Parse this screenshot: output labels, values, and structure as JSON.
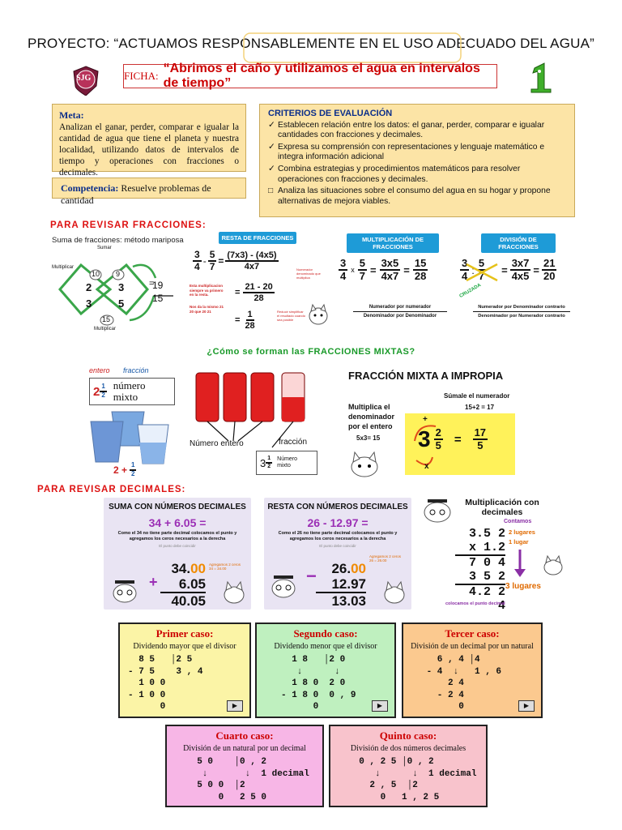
{
  "header": {
    "title": "PROYECTO: “ACTUAMOS RESPONSABLEMENTE EN EL USO ADECUADO DEL AGUA”",
    "ficha_label": "FICHA:",
    "ficha_text": "“Abrimos el caño y utilizamos el agua en intervalos de tiempo”",
    "logo_text": "SJG",
    "mascot_text": "1"
  },
  "meta": {
    "label": "Meta:",
    "text": "Analizan el ganar, perder, comparar e igualar la cantidad de agua que tiene el planeta y nuestra localidad, utilizando datos de intervalos de tiempo y operaciones con fracciones o decimales."
  },
  "competencia": {
    "label": "Competencia:",
    "text": "Resuelve problemas de cantidad"
  },
  "criterios": {
    "title": "CRITERIOS DE EVALUACIÓN",
    "items": [
      "Establecen relación entre los datos: el ganar, perder, comparar e igualar cantidades con fracciones y decimales.",
      "Expresa su comprensión con representaciones y lenguaje matemático e integra información adicional",
      "Combina estrategias y procedimientos matemáticos para resolver operaciones con fracciones y decimales.",
      "Analiza las situaciones sobre el consumo del agua en su hogar y propone alternativas de mejora viables."
    ]
  },
  "fracciones": {
    "section": "PARA REVISAR FRACCIONES:",
    "suma_title": "Suma de fracciones: método mariposa",
    "suma_labels": {
      "sumar": "Sumar",
      "multiplicar": "Multiplicar",
      "multiplicar2": "Multiplicar"
    },
    "suma_nums": {
      "top_left": "10",
      "top_right": "9",
      "a": "2",
      "b": "3",
      "c": "3",
      "d": "5",
      "bottom": "15",
      "res_n": "19",
      "res_d": "15"
    },
    "resta_title": "RESTA DE FRACCIONES",
    "resta": {
      "a": "3",
      "b": "5",
      "c": "4",
      "d": "7",
      "step1_n": "(7x3) - (4x5)",
      "step1_d": "4x7",
      "step2_n": "21 - 20",
      "step2_d": "28",
      "res_n": "1",
      "res_d": "28"
    },
    "resta_notes": [
      "Esta multiplicacion siempre va primero en la resta.",
      "Nos da la mismo 21 20 que 20 21",
      "Numerador denominado que multiplica",
      "Reducir simplificar el resultado cuando sea posible"
    ],
    "mult_title": "MULTIPLICACIÓN DE FRACCIONES",
    "mult": {
      "a": "3",
      "b": "5",
      "c": "4",
      "d": "7",
      "step_n": "3x5",
      "step_d": "4x7",
      "res_n": "15",
      "res_d": "28"
    },
    "mult_note_n": "Numerador por numerador",
    "mult_note_d": "Denominador por Denominador",
    "div_title": "DIVISIÓN DE FRACCIONES",
    "div": {
      "a": "3",
      "b": "5",
      "c": "4",
      "d": "7",
      "step_n": "3x7",
      "step_d": "4x5",
      "res_n": "21",
      "res_d": "20",
      "cruzada": "CRUZADA"
    },
    "div_note_n": "Numerador por Denominador contrario",
    "div_note_d": "Denominador por Numerador contrario"
  },
  "mixtas": {
    "question": "¿Cómo se forman las FRACCIONES MIXTAS?",
    "label_entero": "entero",
    "label_fraccion": "fracción",
    "label_numero_mixto": "número mixto",
    "mixed_whole": "2",
    "mixed_n": "1",
    "mixed_d": "2",
    "sum_expr_whole": "2 +",
    "numero_entero": "Número entero",
    "fraccion": "fracción",
    "numero_mixto_box": "Número mixto",
    "box_whole": "3",
    "box_n": "1",
    "box_d": "2",
    "impropia_title": "FRACCIÓN MIXTA A IMPROPIA",
    "step1": "Multiplica el denominador por el entero",
    "step1_calc": "5x3= 15",
    "step2": "Súmale el numerador",
    "step2_calc": "15+2 = 17",
    "ex_whole": "3",
    "ex_n": "2",
    "ex_d": "5",
    "ex_res_n": "17",
    "ex_res_d": "5",
    "plus": "+",
    "times": "x"
  },
  "decimales": {
    "section": "PARA REVISAR DECIMALES:",
    "suma_title": "SUMA CON NÚMEROS DECIMALES",
    "suma_expr": "34 + 6.05 =",
    "suma_note": "Como el 34 no tiene parte decimal colocamos el punto y agregamos los ceros necesarios a la derecha",
    "suma_sub": "El punto debe coincidir",
    "suma_side": "Agregamos 2 ceros 34 = 34.00",
    "suma_a": "34.",
    "suma_a2": "00",
    "suma_b": "6.05",
    "suma_r": "40.05",
    "resta_title": "RESTA CON NÚMEROS DECIMALES",
    "resta_expr": "26 - 12.97 =",
    "resta_note": "Como el 26 no tiene parte decimal colocamos el punto y agregamos los ceros necesarios a la derecha",
    "resta_sub": "El punto debe coincidir",
    "resta_side": "Agregamos 2 ceros 26 = 26.00",
    "resta_a": "26.",
    "resta_a2": "00",
    "resta_b": "12.97",
    "resta_r": "13.03",
    "mult_title": "Multiplicación con decimales",
    "mult_contamos": "Contamos",
    "mult_lines": [
      "3.5 2",
      "x 1.2",
      "7 0 4",
      "3 5 2",
      "4.2 2 4"
    ],
    "mult_side1": "2 lugares",
    "mult_side2": "1 lugar",
    "mult_side3": "3 lugares",
    "mult_bottom": "colocamos el punto decimal"
  },
  "casos": [
    {
      "title": "Primer caso:",
      "sub": "Dividendo mayor que el divisor",
      "body": "  8 5   │2 5\n- 7 5    3 , 4\n  1 0 0\n- 1 0 0\n      0",
      "bg": "#fbf4a6"
    },
    {
      "title": "Segundo caso:",
      "sub": "Dividendo menor que el divisor",
      "body": "  1 8   │2 0\n   ↓      ↓\n  1 8 0  2 0\n- 1 8 0  0 , 9\n      0",
      "bg": "#bff0bf"
    },
    {
      "title": "Tercer caso:",
      "sub": "División de un decimal por un natural",
      "body": "   6 , 4 │4\n - 4  ↓   1 , 6\n     2 4\n   - 2 4\n       0",
      "bg": "#fbc98f"
    },
    {
      "title": "Cuarto caso:",
      "sub": "División de un natural por un decimal",
      "body": "  5 0    │0 , 2\n   ↓       ↓  1 decimal\n  5 0 0  │2\n      0   2 5 0",
      "bg": "#f7b6e6"
    },
    {
      "title": "Quinto caso:",
      "sub": "División de dos números decimales",
      "body": "  0 , 2 5 │0 , 2\n     ↓      ↓  1 decimal\n    2 , 5  │2\n      0   1 , 2 5",
      "bg": "#f8c3cc"
    }
  ],
  "play_icon": "▶"
}
